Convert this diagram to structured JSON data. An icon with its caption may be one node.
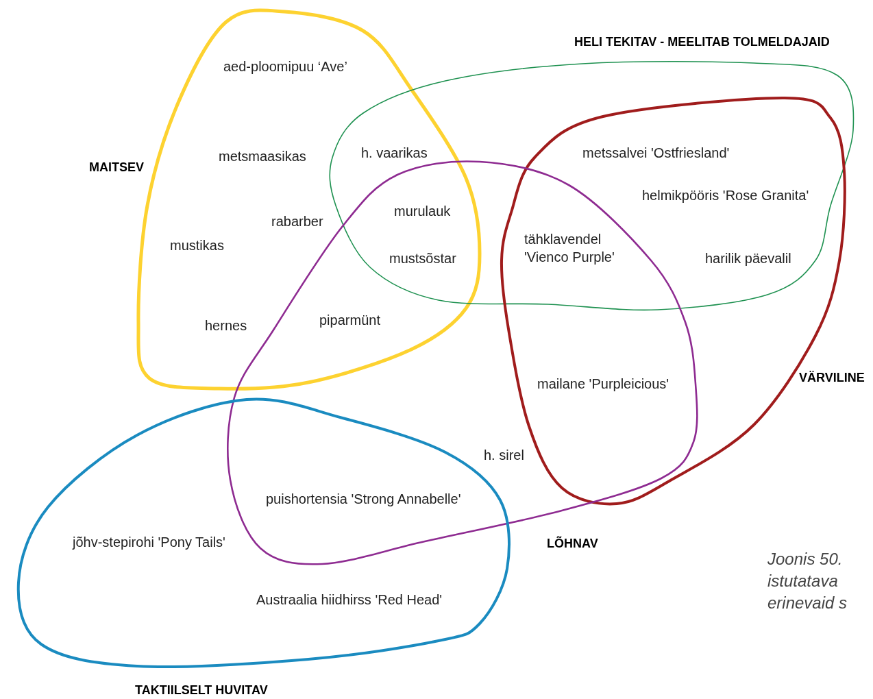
{
  "diagram": {
    "caption": "Joonis 50. istutatava erinevaid s",
    "nodes": [
      {
        "text": [
          "MAITSEV"
        ]
      },
      {
        "text": [
          "HELI TEKITAV - MEELITAB TOLMELDAJAID"
        ]
      },
      {
        "text": [
          "VÄRVILINE"
        ]
      },
      {
        "text": [
          "LÕHNAV"
        ]
      },
      {
        "text": [
          "TAKTIILSELT HUVITAV"
        ]
      }
    ],
    "labels": [
      "aed-ploomipuu ‘Ave’",
      "metsmaasikas",
      "h. vaarikas",
      "metssalvei 'Ostfriesland'",
      "helmikpööris 'Rose Granita'",
      "rabarber",
      "murulauk",
      "tähklavendel 'Vienco Purple'",
      "mustikas",
      "mustsõstar",
      "harilik päevalil",
      "hernes",
      "piparmünt",
      "mailane 'Purpleicious'",
      "h. sirel",
      "puishortensia 'Strong Annabelle'",
      "jõhv-stepirohi 'Pony Tails'",
      "Austraalia hiidhirss 'Red Head'"
    ]
  }
}
